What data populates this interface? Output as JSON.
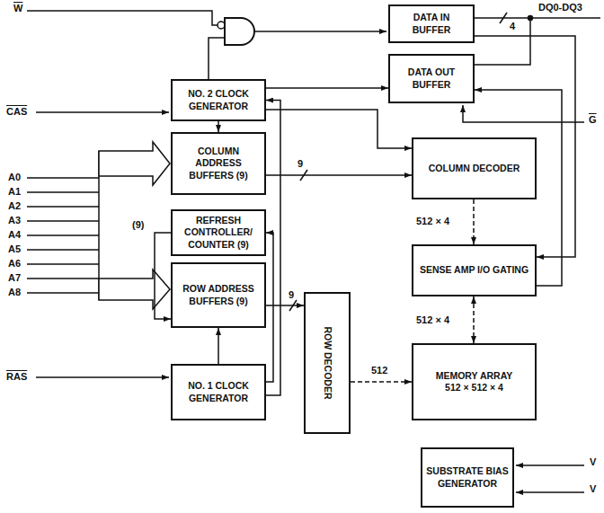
{
  "diagram": {
    "nodes": [
      {
        "text": [
          "DATA IN BUFFER"
        ]
      },
      {
        "text": [
          "DATA OUT BUFFER"
        ]
      },
      {
        "text": [
          "NO. 2 CLOCK GENERATOR"
        ]
      },
      {
        "text": [
          "COLUMN ADDRESS BUFFERS (9)"
        ]
      },
      {
        "text": [
          "REFRESH CONTROLLER/ COUNTER (9)"
        ]
      },
      {
        "text": [
          "COLUMN DECODER"
        ]
      },
      {
        "text": [
          "SENSE AMP I/O GATING"
        ]
      },
      {
        "text": [
          "ROW ADDRESS BUFFERS (9)"
        ]
      },
      {
        "text": [
          "ROW DECODER"
        ]
      },
      {
        "text": [
          "MEMORY ARRAY",
          "512 × 512 × 4"
        ]
      },
      {
        "text": [
          "NO. 1 CLOCK GENERATOR"
        ]
      },
      {
        "text": [
          "SUBSTRATE BIAS GENERATOR"
        ]
      }
    ],
    "edges": [
      {
        "from": 2,
        "to": 3,
        "arrow": "to"
      },
      {
        "from": 2,
        "to": 1,
        "arrow": "to"
      },
      {
        "from": 2,
        "to": 5,
        "arrow": "to"
      },
      {
        "from": 3,
        "to": 5,
        "arrow": "to"
      },
      {
        "from": 4,
        "to": 7,
        "arrow": "to"
      },
      {
        "from": 10,
        "to": 7,
        "arrow": "to"
      },
      {
        "from": 10,
        "to": 4,
        "arrow": "to"
      },
      {
        "from": 10,
        "to": 2,
        "arrow": "to"
      },
      {
        "from": 7,
        "to": 8,
        "arrow": "to"
      },
      {
        "from": 8,
        "to": 9,
        "arrow": "to"
      },
      {
        "from": 5,
        "to": 6,
        "arrow": "to"
      },
      {
        "from": 6,
        "to": 9,
        "arrow": "both"
      },
      {
        "from": 0,
        "to": 6,
        "arrow": "to"
      },
      {
        "from": 6,
        "to": 1,
        "arrow": "to"
      }
    ],
    "labels": [
      "W",
      "CAS",
      "A0",
      "A1",
      "A2",
      "A3",
      "A4",
      "A5",
      "A6",
      "A7",
      "A8",
      "RAS",
      "DQ0-DQ3",
      "4",
      "G",
      "(9)",
      "9",
      "512 × 4",
      "9",
      "512 × 4",
      "512",
      "V",
      "V"
    ]
  }
}
